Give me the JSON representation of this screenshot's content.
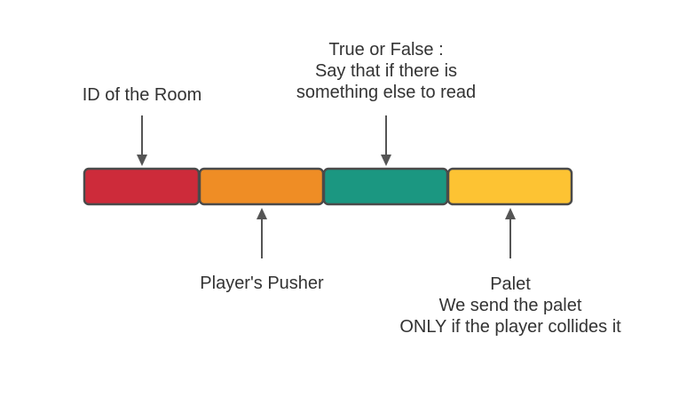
{
  "segments": [
    {
      "color": "#cd2b3a"
    },
    {
      "color": "#ef8d25"
    },
    {
      "color": "#1b9781"
    },
    {
      "color": "#fdc333"
    }
  ],
  "labels": {
    "room_id": "ID of the Room",
    "true_false": [
      "True or False :",
      "Say that if there is",
      "something else to read"
    ],
    "pusher": "Player's Pusher",
    "palet": [
      "Palet",
      "We send the palet",
      "ONLY if the player collides it"
    ]
  },
  "colors": {
    "stroke": "#4a4a4a",
    "arrow": "#555555",
    "text": "#333333"
  }
}
